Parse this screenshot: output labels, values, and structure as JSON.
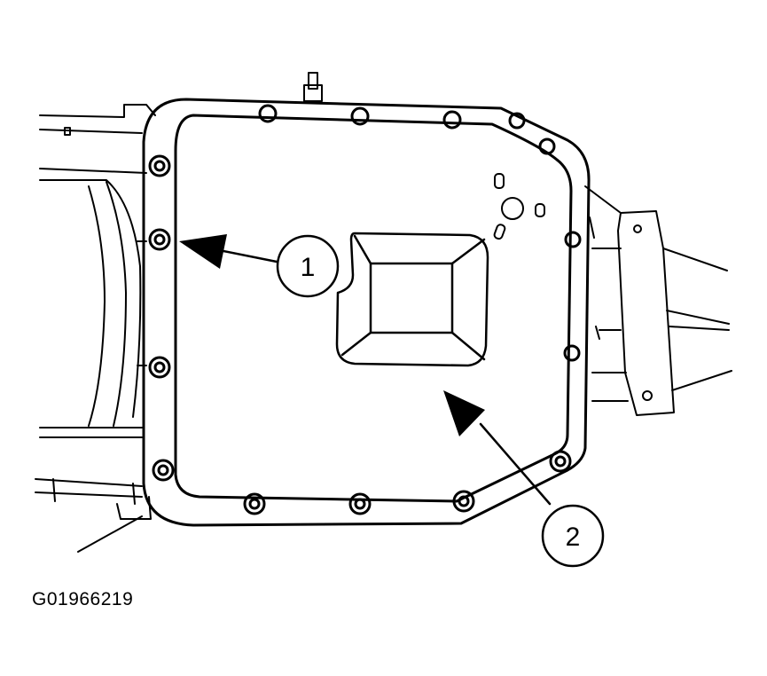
{
  "figure_code": "G01966219",
  "callouts": [
    {
      "id": "1",
      "label": "1"
    },
    {
      "id": "2",
      "label": "2"
    }
  ]
}
